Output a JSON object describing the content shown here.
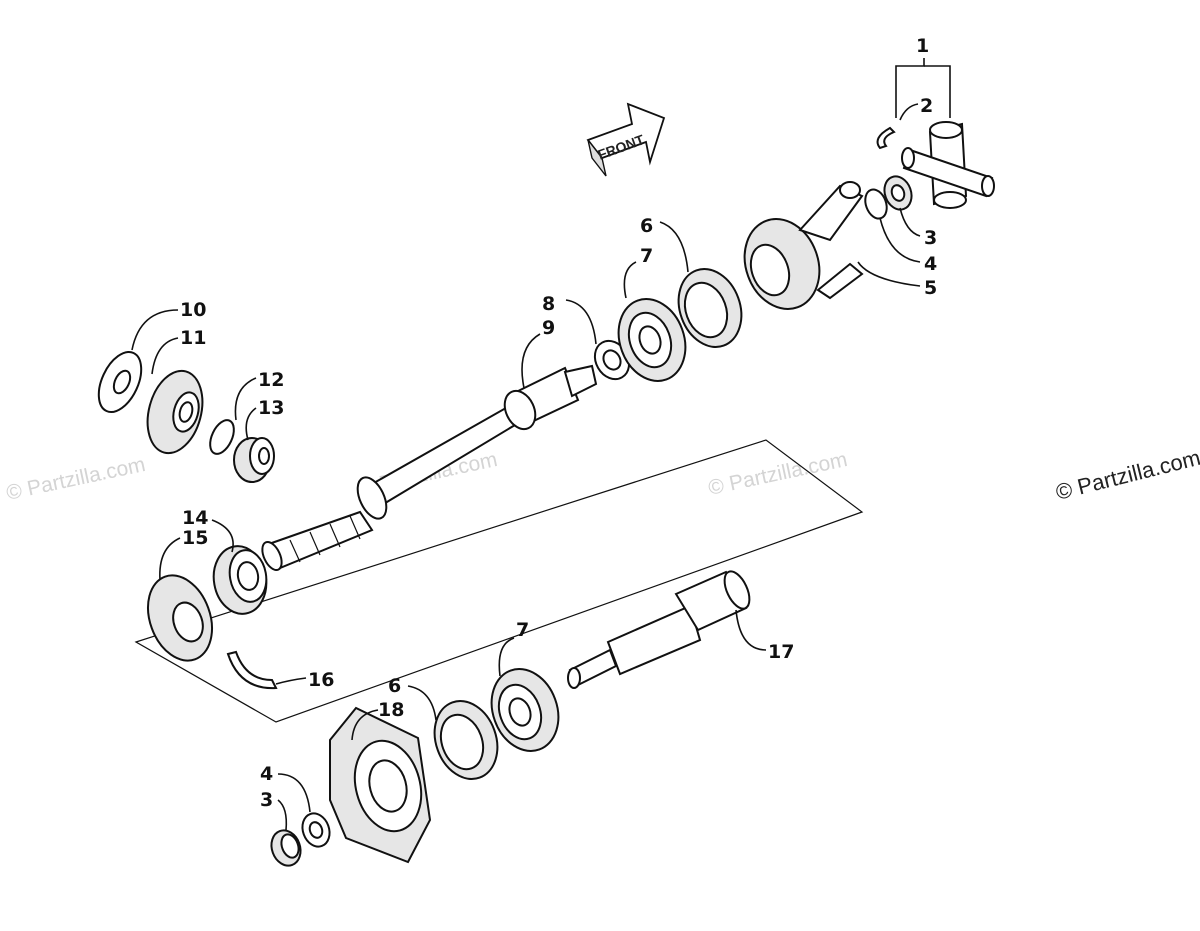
{
  "watermarks": {
    "main": "© Partzilla.com",
    "faint": [
      "© Partzilla.com",
      "© Partzilla.com",
      "© Partzilla.com"
    ]
  },
  "front_arrow": {
    "label": "FRONT"
  },
  "callouts": [
    {
      "id": "c1",
      "text": "1"
    },
    {
      "id": "c2",
      "text": "2"
    },
    {
      "id": "c3a",
      "text": "3"
    },
    {
      "id": "c4a",
      "text": "4"
    },
    {
      "id": "c5",
      "text": "5"
    },
    {
      "id": "c6a",
      "text": "6"
    },
    {
      "id": "c7a",
      "text": "7"
    },
    {
      "id": "c8",
      "text": "8"
    },
    {
      "id": "c9",
      "text": "9"
    },
    {
      "id": "c10",
      "text": "10"
    },
    {
      "id": "c11",
      "text": "11"
    },
    {
      "id": "c12",
      "text": "12"
    },
    {
      "id": "c13",
      "text": "13"
    },
    {
      "id": "c14",
      "text": "14"
    },
    {
      "id": "c15",
      "text": "15"
    },
    {
      "id": "c16",
      "text": "16"
    },
    {
      "id": "c7b",
      "text": "7"
    },
    {
      "id": "c17",
      "text": "17"
    },
    {
      "id": "c6b",
      "text": "6"
    },
    {
      "id": "c18",
      "text": "18"
    },
    {
      "id": "c4b",
      "text": "4"
    },
    {
      "id": "c3b",
      "text": "3"
    }
  ],
  "colors": {
    "line": "#111111",
    "watermark": "#d4d4d4",
    "background": "#ffffff"
  }
}
